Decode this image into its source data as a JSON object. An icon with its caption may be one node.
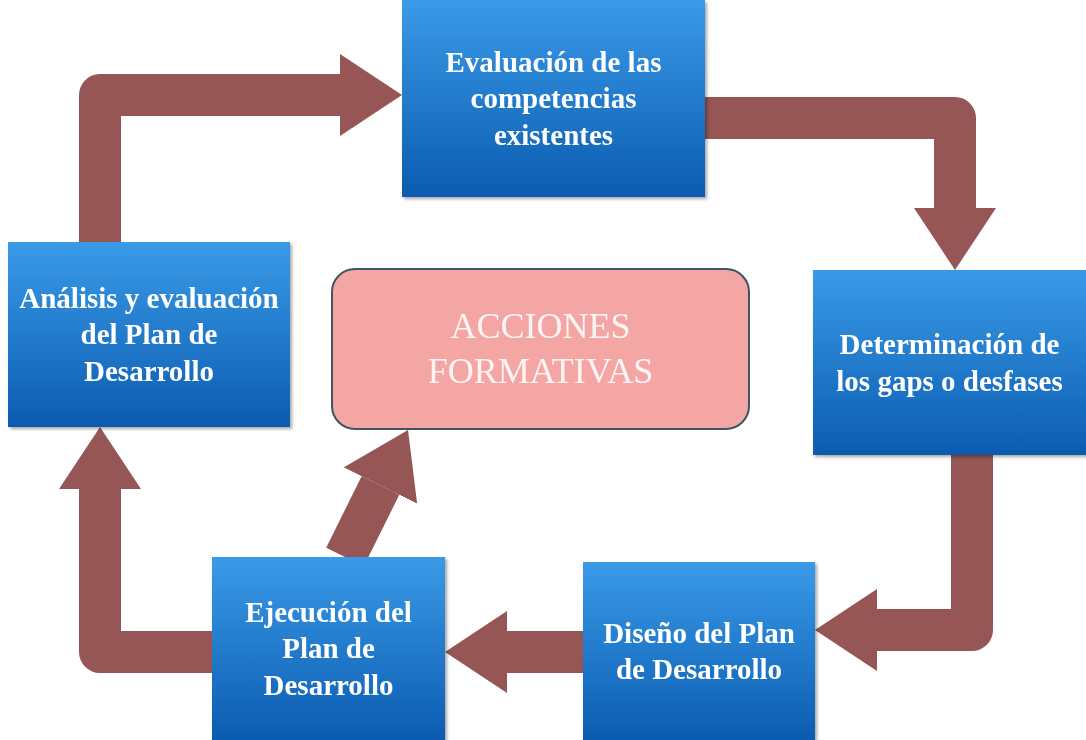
{
  "diagram": {
    "nodes": [
      {
        "text": [
          "Evaluación de las competencias existentes"
        ]
      },
      {
        "text": [
          "Determinación de los gaps o desfases"
        ]
      },
      {
        "text": [
          "Diseño del Plan de Desarrollo"
        ]
      },
      {
        "text": [
          "Ejecución del Plan de Desarrollo"
        ]
      },
      {
        "text": [
          "Análisis y evaluación del Plan de Desarrollo"
        ]
      },
      {
        "text": [
          "ACCIONES FORMATIVAS"
        ]
      }
    ],
    "edges": [
      {
        "from": 0,
        "to": 1,
        "arrow": "to"
      },
      {
        "from": 1,
        "to": 2,
        "arrow": "to"
      },
      {
        "from": 2,
        "to": 3,
        "arrow": "to"
      },
      {
        "from": 3,
        "to": 4,
        "arrow": "to"
      },
      {
        "from": 4,
        "to": 0,
        "arrow": "to"
      },
      {
        "from": 3,
        "to": 5,
        "arrow": "to"
      }
    ]
  }
}
